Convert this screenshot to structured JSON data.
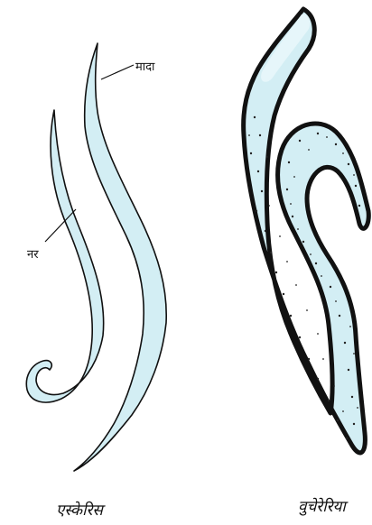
{
  "labels": {
    "female": "मादा",
    "male": "नर"
  },
  "captions": {
    "ascaris": "एस्केरिस",
    "wuchereria": "वुचेरेरिया"
  },
  "colors": {
    "body_fill": "#d3eef4",
    "outline": "#111111"
  }
}
